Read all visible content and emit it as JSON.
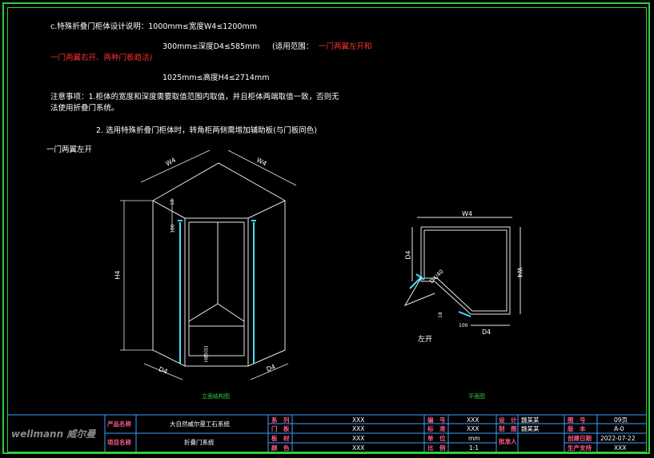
{
  "notes": {
    "line1": "c.特殊折叠门柜体设计说明：1000mm≤宽度W4≤1200mm",
    "line2": "300mm≤深度D4≤585mm",
    "line2_range": "(适用范围：",
    "line2_range_red": "一门两翼左开和",
    "line3_red": "一门两翼右开、两种门板趋活)",
    "line4": "1025mm≤高度H4≤2714mm",
    "line5": "注意事项：1.柜体的宽度和深度需要取值范围内取值，并且柜体两端取值一致，否则无",
    "line6": "法使用折叠门系统。",
    "line7": "2. 选用特殊折叠门柜体时，转角柜两侧需增加辅助板(与门板同色)",
    "section_title": "一门两翼左开"
  },
  "dims_3d": {
    "w4_left": "W4",
    "w4_right": "W4",
    "h4": "H4",
    "d4_left": "D4",
    "d4_right": "D4",
    "d18": "18",
    "d100": "100",
    "h85": "H85(0)"
  },
  "dims_plan": {
    "w4_top": "W4",
    "w4_right": "W4",
    "d4_left": "D4",
    "d4_bottom": "D4",
    "d4_40": "D4/40",
    "d18": "18",
    "d100": "100",
    "door_label": "左开"
  },
  "captions": {
    "elevation": "立面结构图",
    "plan": "平面图"
  },
  "title_block": {
    "logo": "wellmann 威尔曼",
    "product_name_label": "产品名称",
    "product_name": "大自然威尔曼工石系统",
    "project_label": "项目名称",
    "project_name": "折叠门系统",
    "series_label": "系　列",
    "door_type_label": "门　板",
    "material_label": "板　材",
    "color_label": "颜　色",
    "series_val": "XXX",
    "door_val": "XXX",
    "material_val": "XXX",
    "color_val": "XXX",
    "code_label": "编　号",
    "standard_label": "标　准",
    "unit_label": "单　位",
    "scale_label": "比　例",
    "code_val": "XXX",
    "standard_val": "XXX",
    "unit_val": "mm",
    "scale_val": "1:1",
    "design_label": "设　计",
    "draw_label": "制　图",
    "approve_label": "批准人",
    "design_val": "魏某某",
    "draw_val": "魏某某",
    "sheet_label": "图　号",
    "version_label": "版　本",
    "date_label": "创建日期",
    "support_label": "生产支持",
    "sheet_val": "09页",
    "version_val": "A-0",
    "date_val": "2022-07-22",
    "support_val": "XXX"
  },
  "colors": {
    "frame": "#2ecc40",
    "accent_red": "#ff3030",
    "title_block_line": "#3aa0ff",
    "label_pink": "#ff5a8a",
    "door_cyan": "#40e0ff"
  }
}
